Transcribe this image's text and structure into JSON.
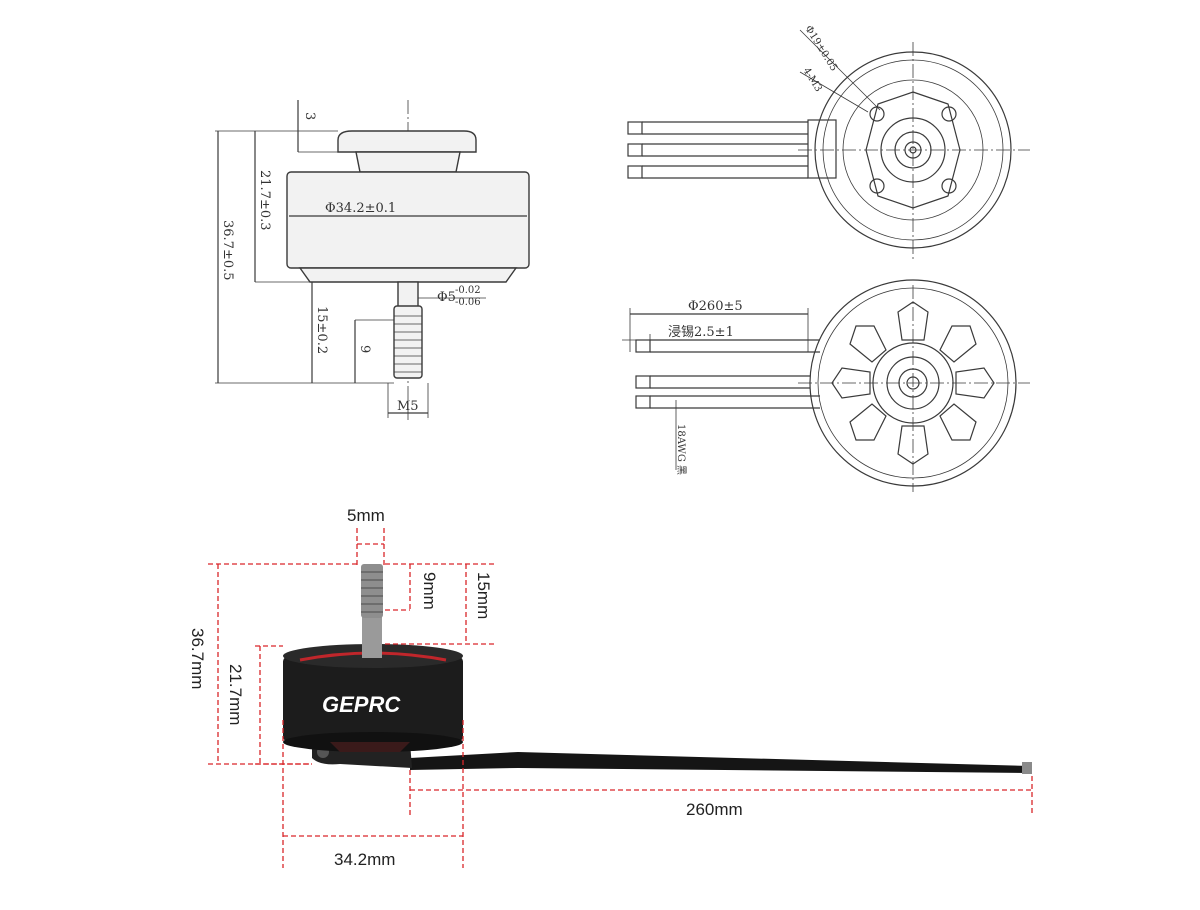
{
  "side_view": {
    "dim_top": "3",
    "dim_diameter": "Φ34.2±0.1",
    "dim_body_height": "21.7±0.3",
    "dim_total_height": "36.7±0.5",
    "dim_shaft_diameter": "Φ5",
    "dim_shaft_tol_upper": "-0.02",
    "dim_shaft_tol_lower": "-0.06",
    "dim_shaft_length": "15±0.2",
    "dim_thread_length": "9",
    "dim_thread": "M5"
  },
  "top_view": {
    "dim_bolt_circle": "Φ19±0.05",
    "dim_holes": "4-M3"
  },
  "bottom_view": {
    "dim_wire_length": "Φ260±5",
    "dim_tin_length": "浸锡2.5±1",
    "dim_wire_gauge": "18AWG 黑"
  },
  "photo": {
    "brand_logo": "GEPRC",
    "label_shaft_dia": "5mm",
    "label_thread": "9mm",
    "label_shaft_len": "15mm",
    "label_total_height": "36.7mm",
    "label_body_height": "21.7mm",
    "label_wire_length": "260mm",
    "label_diameter": "34.2mm"
  },
  "colors": {
    "dimension_red": "#d9262a",
    "motor_body": "#1c1c1c",
    "motor_accent": "#c0262b"
  }
}
